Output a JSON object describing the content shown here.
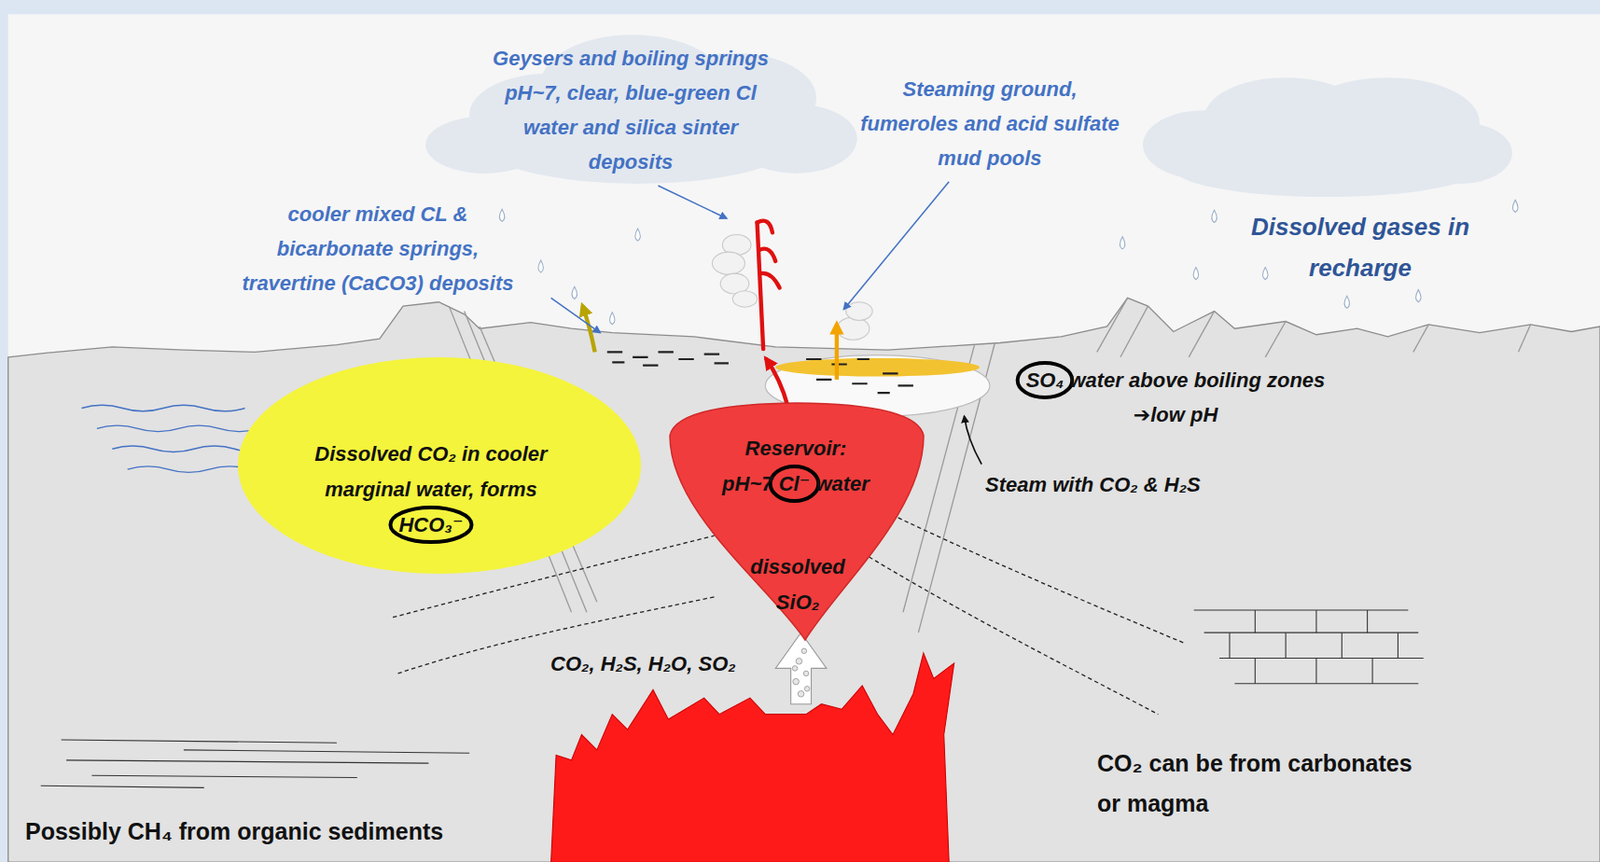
{
  "diagram": {
    "nodes": [
      {
        "text": [
          "Dissolved CO₂ in cooler marginal water, forms HCO₃⁻"
        ]
      },
      {
        "text": [
          "Reservoir: pH~7 Cl⁻ water",
          "dissolved SiO₂"
        ]
      }
    ],
    "labels": [
      "Geysers and boiling springs pH~7, clear, blue-green Cl water and silica sinter deposits",
      "Steaming ground, fumeroles and acid sulfate mud pools",
      "cooler mixed CL & bicarbonate springs, travertine (CaCO3) deposits",
      "Dissolved gases in recharge",
      "SO₄ water above boiling zones ➔low pH",
      "Steam with CO₂ & H₂S",
      "CO₂, H₂S, H₂O, SO₂",
      "CO₂ can be from carbonates or magma",
      "Possibly CH₄ from organic sediments"
    ]
  }
}
